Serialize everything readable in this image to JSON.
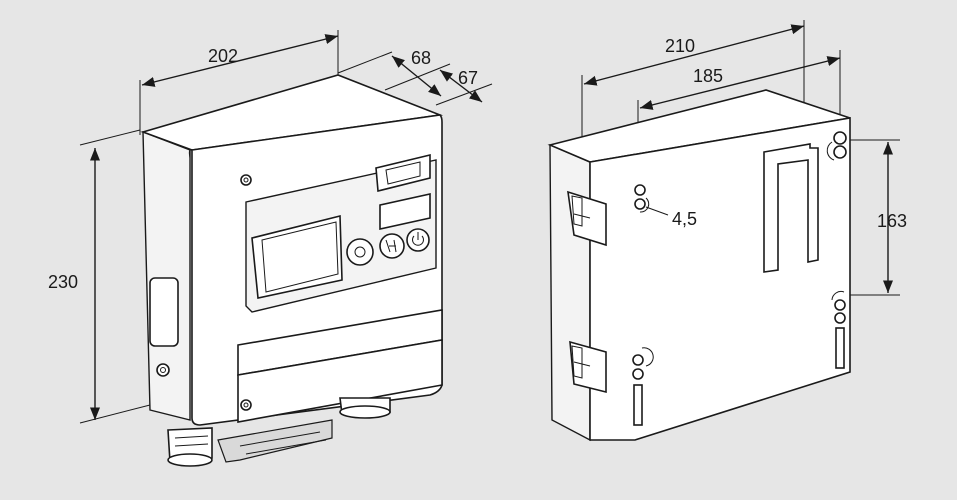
{
  "left_view": {
    "dim_width": "202",
    "dim_depth_a": "68",
    "dim_depth_b": "67",
    "dim_height": "230"
  },
  "right_view": {
    "dim_width_outer": "210",
    "dim_width_holes": "185",
    "dim_hole_diameter": "4,5",
    "dim_hole_vertical": "163"
  },
  "colors": {
    "background": "#e6e6e6",
    "line": "#1a1a1a",
    "housing": "#ffffff"
  },
  "icons": [
    "electrical-icon",
    "info-icon",
    "power-icon",
    "round-button-icon"
  ]
}
